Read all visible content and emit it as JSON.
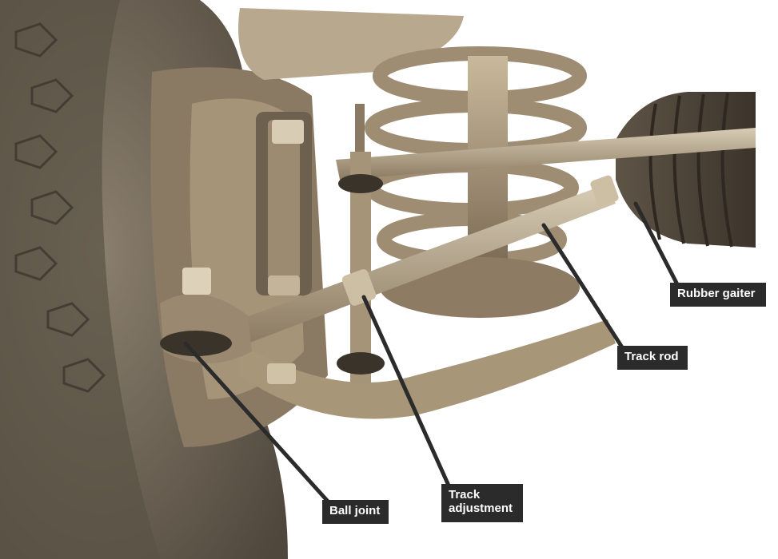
{
  "labels": {
    "rubber_gaiter": "Rubber gaiter",
    "track_rod": "Track rod",
    "track_adjustment": "Track\nadjustment",
    "ball_joint": "Ball joint"
  },
  "colors": {
    "label_bg": "#2b2b2b",
    "label_text": "#ffffff",
    "leader_line": "#2b2b2b",
    "metal": "#9a8870",
    "tyre": "#6e6455"
  }
}
